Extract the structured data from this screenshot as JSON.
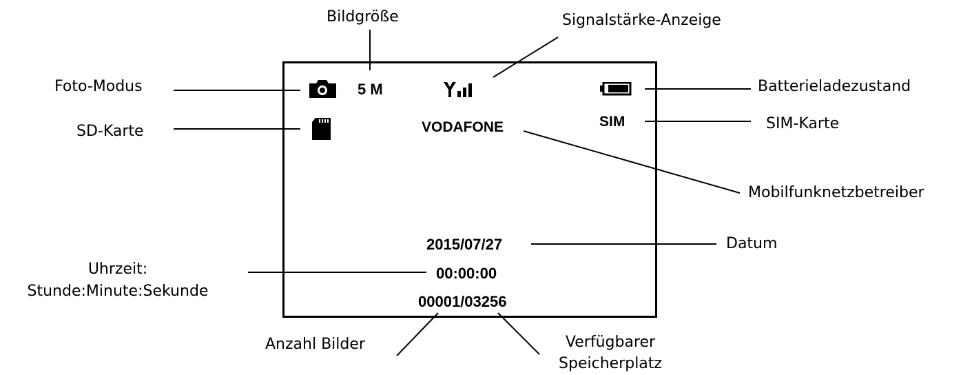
{
  "screen": {
    "image_size": "5 M",
    "operator": "VODAFONE",
    "sim": "SIM",
    "date": "2015/07/27",
    "time": "00:00:00",
    "counter": "00001/03256"
  },
  "callouts": {
    "bildgroesse": "Bildgröße",
    "signal": "Signalstärke-Anzeige",
    "foto_modus": "Foto-Modus",
    "batterie": "Batterieladezustand",
    "sd_karte": "SD-Karte",
    "sim_karte": "SIM-Karte",
    "netzbetreiber": "Mobilfunknetzbetreiber",
    "datum": "Datum",
    "uhrzeit_1": "Uhrzeit:",
    "uhrzeit_2": "Stunde:Minute:Sekunde",
    "anzahl": "Anzahl Bilder",
    "speicher_1": "Verfügbarer",
    "speicher_2": "Speicherplatz"
  },
  "icons": {
    "camera": "camera-icon",
    "signal": "signal-strength-icon",
    "battery": "battery-icon",
    "sd": "sd-card-icon"
  }
}
